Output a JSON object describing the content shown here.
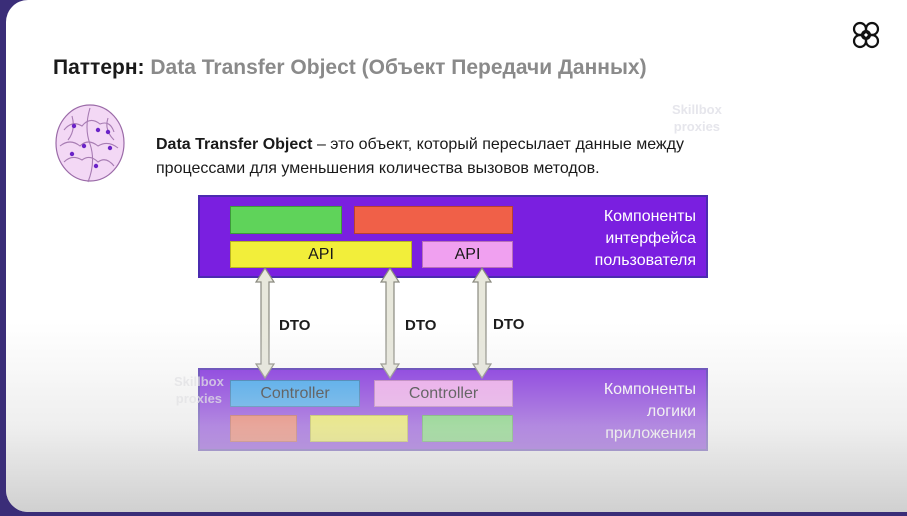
{
  "title": {
    "prefix": "Паттерн:",
    "subject": "Data Transfer Object (Объект Передачи Данных)"
  },
  "description": {
    "term": "Data Transfer Object",
    "line1_rest": " – это объект, который пересылает данные между",
    "line2": "процессами для уменьшения количества вызовов методов."
  },
  "watermark": {
    "line1": "Skillbox",
    "line2": "proxies"
  },
  "diagram": {
    "top_panel": {
      "label_lines": [
        "Компоненты",
        "интерфейса",
        "пользователя"
      ],
      "api_left": "API",
      "api_right": "API"
    },
    "bottom_panel": {
      "label_lines": [
        "Компоненты",
        "логики",
        "приложения"
      ],
      "controller_left": "Controller",
      "controller_right": "Controller"
    },
    "arrow_labels": [
      "DTO",
      "DTO",
      "DTO"
    ]
  },
  "colors": {
    "panel": "#7a1fe0",
    "green": "#5fd35a",
    "orange_red": "#f06048",
    "yellow": "#f2ee3a",
    "pink": "#f0a0f0",
    "blue": "#2e9ef0",
    "title_grey": "#8a8a8a"
  },
  "icons": {
    "logo": "skillbox-logo-icon",
    "brain": "brain-illustration-icon"
  }
}
